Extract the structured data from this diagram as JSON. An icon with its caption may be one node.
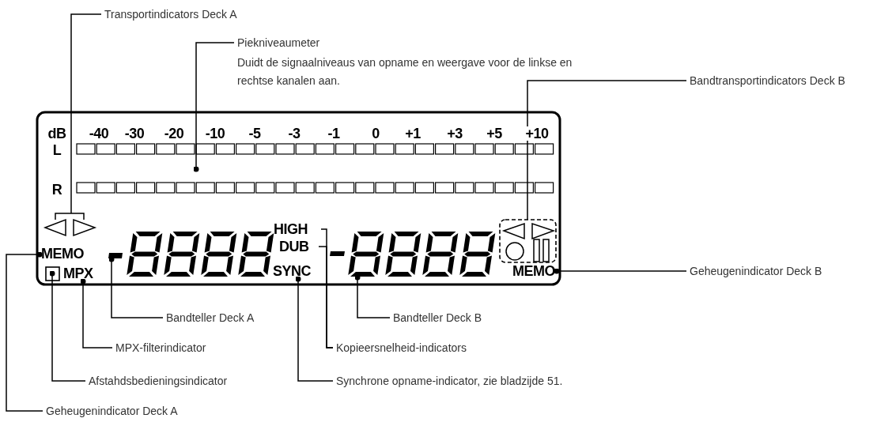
{
  "diagram": {
    "nodes": [
      {
        "text": [
          "Transportindicators Deck A"
        ]
      },
      {
        "text": [
          "Piekniveaumeter",
          "Duidt de signaalniveaus van opname en weergave voor de linkse en rechtse kanalen aan."
        ]
      },
      {
        "text": [
          "Bandtransportindicators Deck B"
        ]
      },
      {
        "text": [
          "Geheugenindicator Deck B"
        ]
      },
      {
        "text": [
          "Bandteller Deck A"
        ]
      },
      {
        "text": [
          "Bandteller Deck B"
        ]
      },
      {
        "text": [
          "MPX-filterindicator"
        ]
      },
      {
        "text": [
          "Kopieersnelheid-indicators"
        ]
      },
      {
        "text": [
          "Afstahdsbedieningsindicator"
        ]
      },
      {
        "text": [
          "Synchrone opname-indicator, zie bladzijde 51."
        ]
      },
      {
        "text": [
          "Geheugenindicator Deck A"
        ]
      },
      {
        "text": [
          "MEMO"
        ]
      },
      {
        "text": [
          "MPX"
        ]
      },
      {
        "text": [
          "HIGH"
        ]
      },
      {
        "text": [
          "DUB"
        ]
      },
      {
        "text": [
          "SYNC"
        ]
      },
      {
        "text": [
          "MEMO"
        ]
      },
      {
        "text": [],
        "shape": "triangle"
      },
      {
        "text": [],
        "shape": "bar"
      },
      {
        "text": [],
        "shape": "box"
      },
      {
        "text": [],
        "shape": "bar"
      },
      {
        "text": [],
        "shape": "bar"
      },
      {
        "text": [],
        "shape": "box"
      }
    ],
    "edges": [
      {
        "from": 0,
        "to": 17,
        "arrow": "none"
      },
      {
        "from": 1,
        "to": 18,
        "arrow": "other"
      },
      {
        "from": 2,
        "to": 19,
        "arrow": "none"
      },
      {
        "from": 3,
        "to": 16,
        "arrow": "other"
      },
      {
        "from": 4,
        "to": 20,
        "arrow": "other"
      },
      {
        "from": 5,
        "to": 21,
        "arrow": "other"
      },
      {
        "from": 6,
        "to": 12,
        "arrow": "other"
      },
      {
        "from": 7,
        "to": 13,
        "arrow": "none"
      },
      {
        "from": 7,
        "to": 14,
        "arrow": "none"
      },
      {
        "from": 8,
        "to": 22,
        "arrow": "other"
      },
      {
        "from": 9,
        "to": 15,
        "arrow": "other"
      },
      {
        "from": 10,
        "to": 11,
        "arrow": "other"
      }
    ],
    "labels": [
      "dB",
      "-40",
      "-30",
      "-20",
      "-10",
      "-5",
      "-3",
      "-1",
      "0",
      "+1",
      "+3",
      "+5",
      "+10",
      "L",
      "R"
    ]
  }
}
